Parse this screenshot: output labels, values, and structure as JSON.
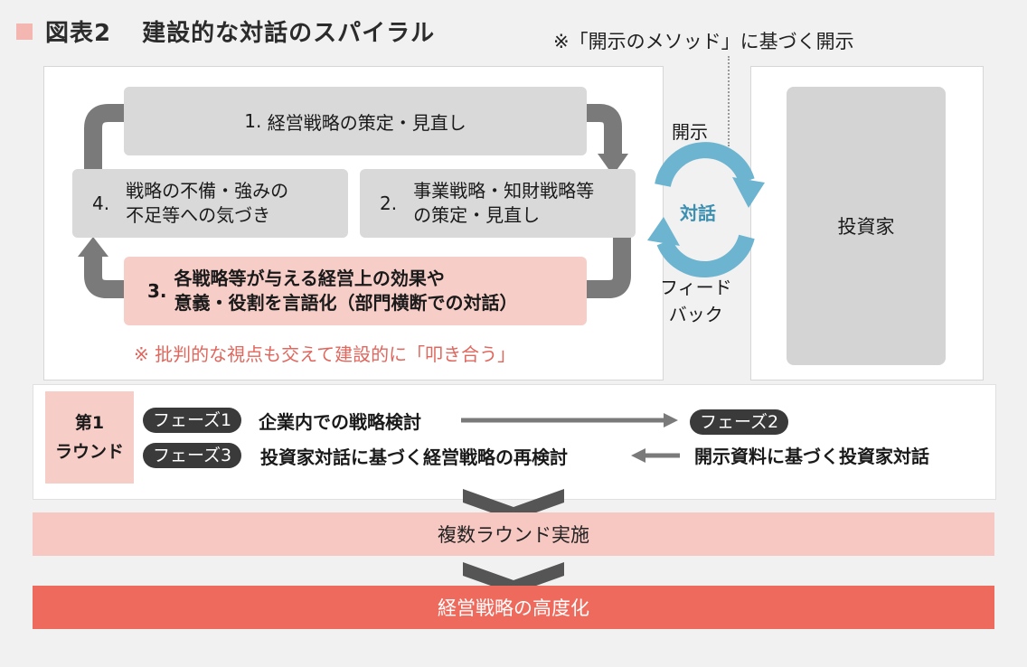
{
  "header": {
    "figure_label": "図表2",
    "title": "建設的な対話のスパイラル",
    "note": "※「開示のメソッド」に基づく開示"
  },
  "cycle": {
    "step1": {
      "num": "1.",
      "text": "経営戦略の策定・見直し"
    },
    "step2": {
      "num": "2.",
      "line1": "事業戦略・知財戦略等",
      "line2": "の策定・見直し"
    },
    "step3": {
      "num": "3.",
      "line1": "各戦略等が与える経営上の効果や",
      "line2": "意義・役割を言語化（部門横断での対話）"
    },
    "step4": {
      "num": "4.",
      "line1": "戦略の不備・強みの",
      "line2": "不足等への気づき"
    },
    "note": "※ 批判的な視点も交えて建設的に「叩き合う」"
  },
  "dialogue": {
    "disclose": "開示",
    "center": "対話",
    "feedback_line1": "フィード",
    "feedback_line2": "バック",
    "investor": "投資家"
  },
  "round": {
    "line1": "第1",
    "line2": "ラウンド",
    "phase1": {
      "label": "フェーズ1",
      "text": "企業内での戦略検討"
    },
    "phase2": {
      "label": "フェーズ2",
      "text": "開示資料に基づく投資家対話"
    },
    "phase3": {
      "label": "フェーズ3",
      "text": "投資家対話に基づく経営戦略の再検討"
    }
  },
  "bands": {
    "multi_round": "複数ラウンド実施",
    "result": "経営戦略の高度化"
  },
  "colors": {
    "accent_red": "#ee6a5c",
    "light_pink": "#f7cdc7",
    "dialogue_blue": "#6cb4cf",
    "arrow_gray": "#7a7a7a"
  }
}
